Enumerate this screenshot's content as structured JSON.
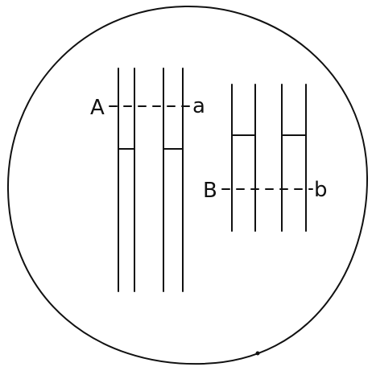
{
  "colors": {
    "ink": "#111111",
    "background": "#ffffff"
  },
  "diagram": {
    "chromosome_pair_1": {
      "labels": {
        "left": "A",
        "right": "a"
      }
    },
    "chromosome_pair_2": {
      "labels": {
        "left": "B",
        "right": "b"
      }
    }
  }
}
